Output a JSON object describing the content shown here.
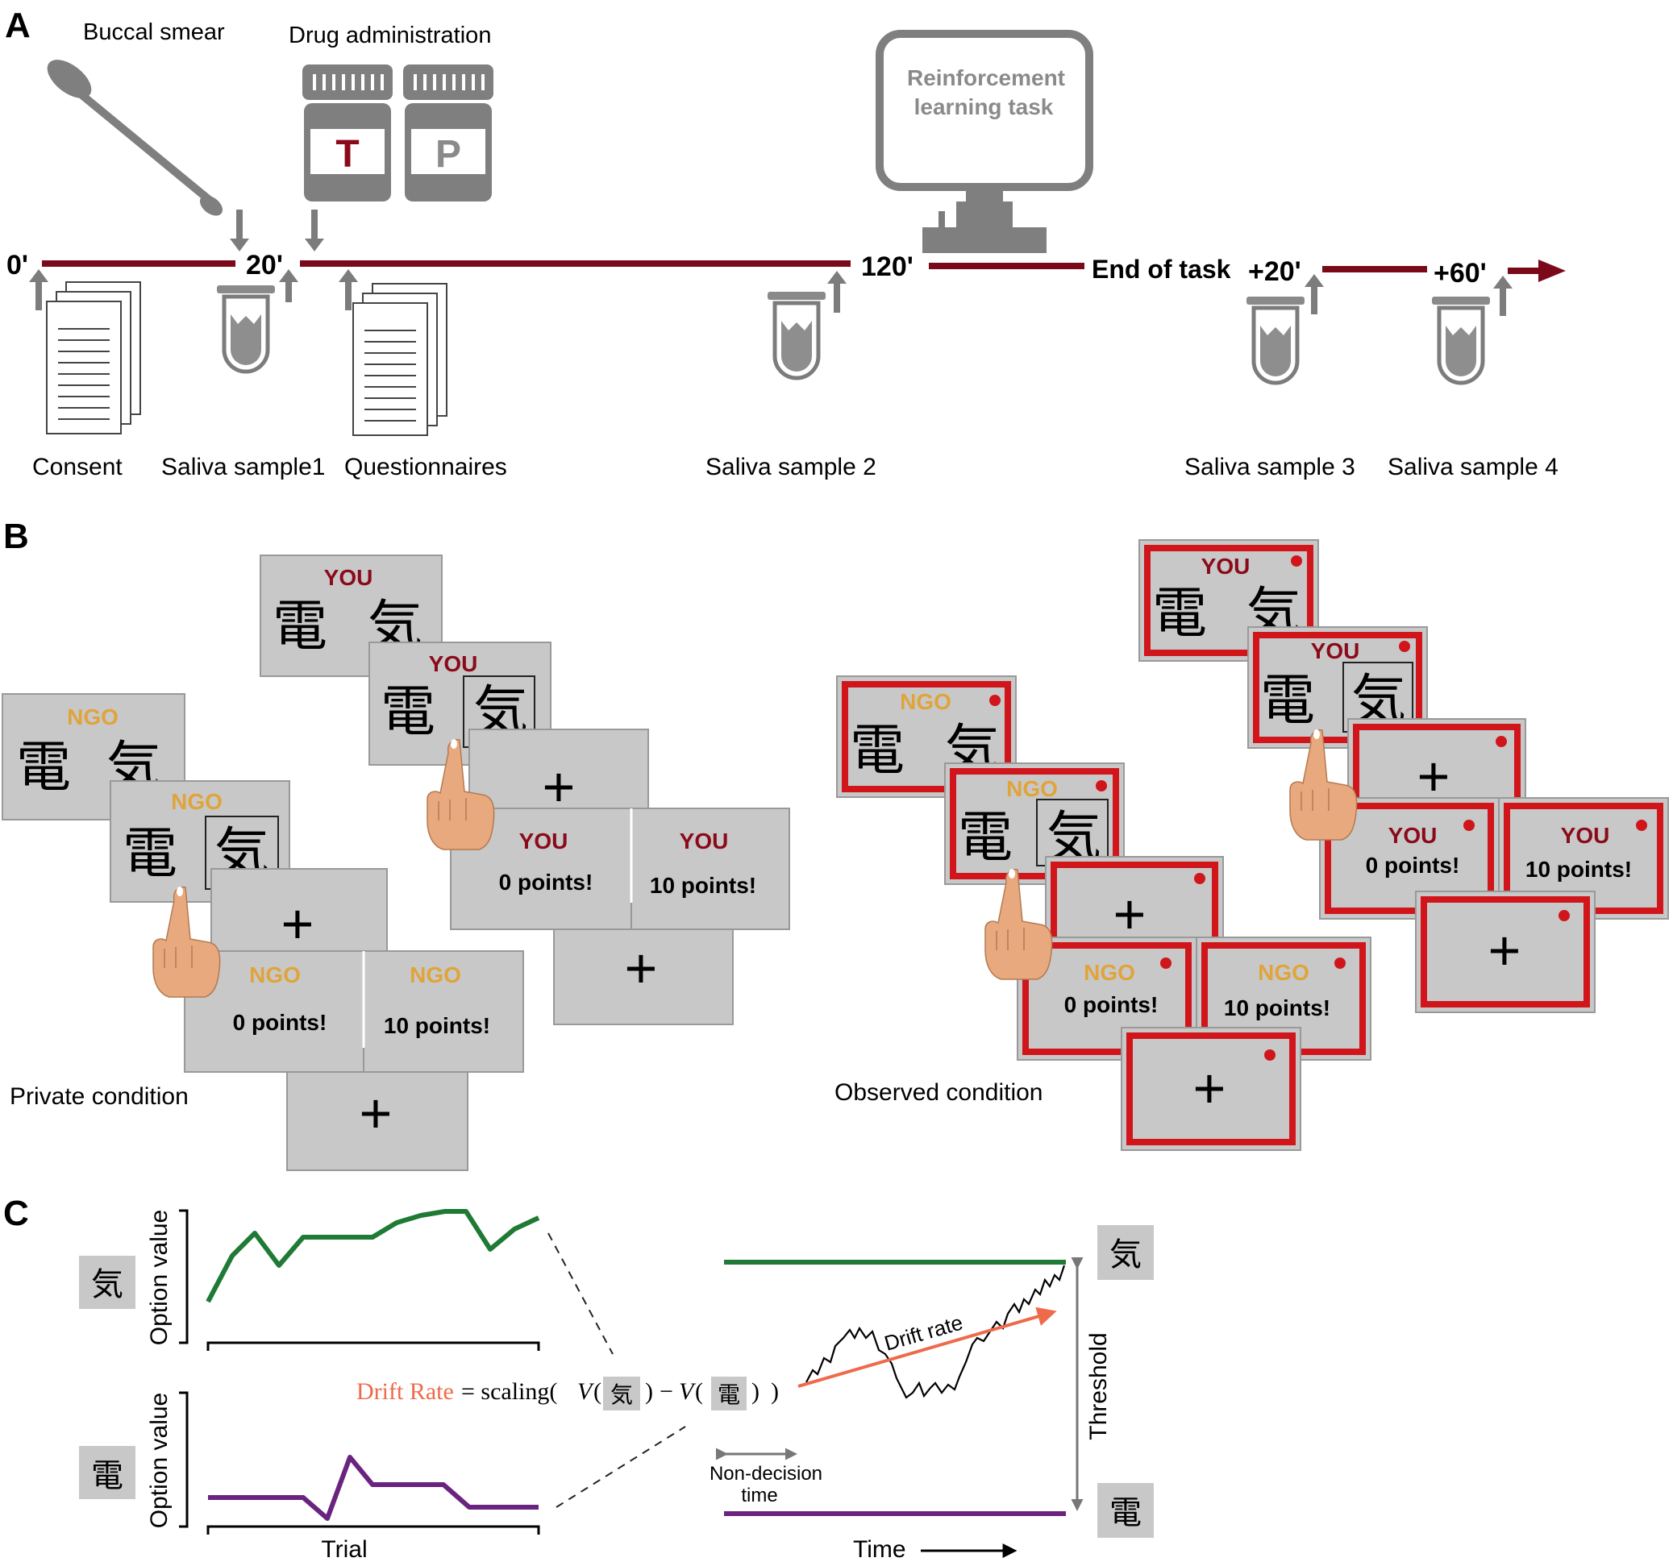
{
  "panel_a": {
    "label": "A",
    "timeline_color": "#7a0a1a",
    "time_labels": [
      "0'",
      "20'",
      "120'",
      "End of task",
      "+20'",
      "+60'"
    ],
    "top_labels": {
      "buccal": "Buccal smear",
      "drug": "Drug administration"
    },
    "bottle_letters": {
      "t": "T",
      "p": "P"
    },
    "monitor_text": [
      "Reinforcement",
      "learning task"
    ],
    "bottom_labels": [
      "Consent",
      "Saliva sample1",
      "Questionnaires",
      "Saliva sample 2",
      "Saliva sample 3",
      "Saliva sample 4"
    ]
  },
  "panel_b": {
    "label": "B",
    "private_condition": "Private  condition",
    "observed_condition": "Observed condition",
    "label_you": "YOU",
    "label_ngo": "NGO",
    "zero_points": "0 points!",
    "ten_points": "10 points!",
    "fixation": "+",
    "char_den": "電",
    "char_ki": "気",
    "card_color": "#c8c8c8",
    "observed_border_color": "#d0151b",
    "you_color": "#8b0a1a",
    "ngo_color": "#e0a43a"
  },
  "panel_c": {
    "label": "C",
    "option_value": "Option value",
    "trial": "Trial",
    "time": "Time",
    "threshold": "Threshold",
    "drift_rate_label": "Drift rate",
    "non_decision": [
      "Non-decision",
      "time"
    ],
    "formula": {
      "drift": "Drift Rate",
      "eq": "= scaling(",
      "v": "V",
      "open": "(",
      "close": ")",
      "minus": "−",
      "end": ")"
    },
    "top_char": "気",
    "bottom_char": "電",
    "green": "#1e7a34",
    "purple": "#6a237f",
    "drift_color": "#ee6a4a"
  }
}
